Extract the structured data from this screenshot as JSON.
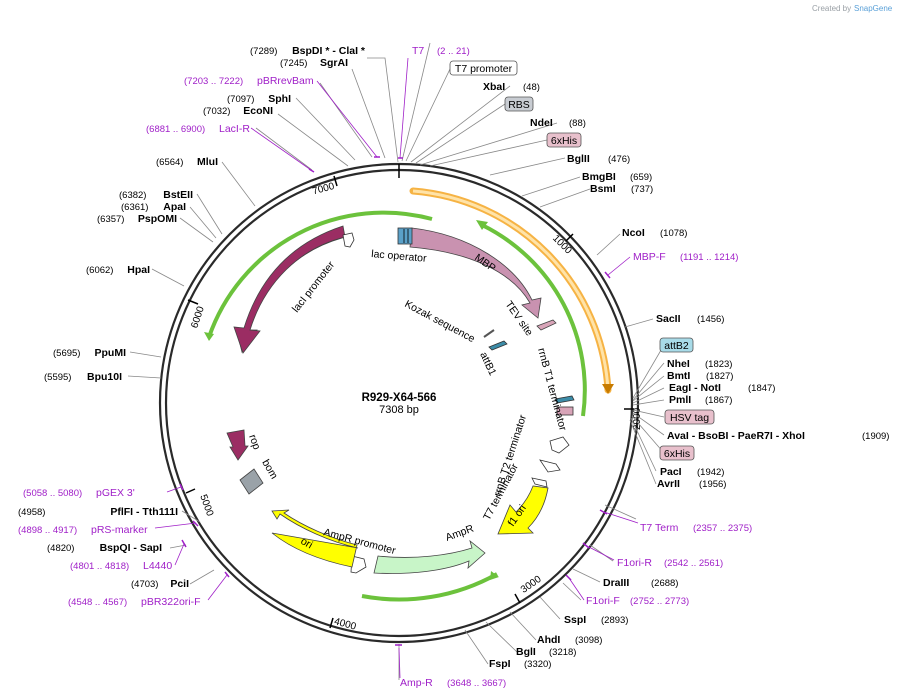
{
  "credit": {
    "prefix": "Created by",
    "brand": "SnapGene"
  },
  "center": {
    "name": "R929-X64-566",
    "size": "7308 bp"
  },
  "tick_labels": [
    "1000",
    "2000",
    "3000",
    "4000",
    "5000",
    "6000",
    "7000"
  ],
  "enzymes": [
    {
      "name": "BspDI * - ClaI *",
      "pos": "(7289)"
    },
    {
      "name": "SgrAI",
      "pos": "(7245)"
    },
    {
      "name": "SphI",
      "pos": "(7097)"
    },
    {
      "name": "EcoNI",
      "pos": "(7032)"
    },
    {
      "name": "MluI",
      "pos": "(6564)"
    },
    {
      "name": "BstEII",
      "pos": "(6382)"
    },
    {
      "name": "ApaI",
      "pos": "(6361)"
    },
    {
      "name": "PspOMI",
      "pos": "(6357)"
    },
    {
      "name": "HpaI",
      "pos": "(6062)"
    },
    {
      "name": "PpuMI",
      "pos": "(5695)"
    },
    {
      "name": "Bpu10I",
      "pos": "(5595)"
    },
    {
      "name": "PflFI - Tth111I",
      "pos": "(4958)"
    },
    {
      "name": "BspQI - SapI",
      "pos": "(4820)"
    },
    {
      "name": "PciI",
      "pos": "(4703)"
    },
    {
      "name": "XbaI",
      "pos": "(48)"
    },
    {
      "name": "NdeI",
      "pos": "(88)"
    },
    {
      "name": "BglII",
      "pos": "(476)"
    },
    {
      "name": "BmgBI",
      "pos": "(659)"
    },
    {
      "name": "BsmI",
      "pos": "(737)"
    },
    {
      "name": "NcoI",
      "pos": "(1078)"
    },
    {
      "name": "SacII",
      "pos": "(1456)"
    },
    {
      "name": "NheI",
      "pos": "(1823)"
    },
    {
      "name": "BmtI",
      "pos": "(1827)"
    },
    {
      "name": "EagI - NotI",
      "pos": "(1847)"
    },
    {
      "name": "PmlI",
      "pos": "(1867)"
    },
    {
      "name": "AvaI - BsoBI - PaeR7I - XhoI",
      "pos": "(1909)"
    },
    {
      "name": "PacI",
      "pos": "(1942)"
    },
    {
      "name": "AvrII",
      "pos": "(1956)"
    },
    {
      "name": "DraIII",
      "pos": "(2688)"
    },
    {
      "name": "SspI",
      "pos": "(2893)"
    },
    {
      "name": "AhdI",
      "pos": "(3098)"
    },
    {
      "name": "BglI",
      "pos": "(3218)"
    },
    {
      "name": "FspI",
      "pos": "(3320)"
    }
  ],
  "primers": [
    {
      "name": "T7",
      "pos": "(2 .. 21)"
    },
    {
      "name": "pBRrevBam",
      "pos": "(7203 .. 7222)"
    },
    {
      "name": "LacI-R",
      "pos": "(6881 .. 6900)"
    },
    {
      "name": "MBP-F",
      "pos": "(1191 .. 1214)"
    },
    {
      "name": "T7 Term",
      "pos": "(2357 .. 2375)"
    },
    {
      "name": "F1ori-R",
      "pos": "(2542 .. 2561)"
    },
    {
      "name": "F1ori-F",
      "pos": "(2752 .. 2773)"
    },
    {
      "name": "Amp-R",
      "pos": "(3648 .. 3667)"
    },
    {
      "name": "pGEX 3'",
      "pos": "(5058 .. 5080)"
    },
    {
      "name": "pRS-marker",
      "pos": "(4898 .. 4917)"
    },
    {
      "name": "L4440",
      "pos": "(4801 .. 4818)"
    },
    {
      "name": "pBR322ori-F",
      "pos": "(4548 .. 4567)"
    }
  ],
  "boxed_features": [
    {
      "name": "T7 promoter",
      "color": "#ffffff"
    },
    {
      "name": "RBS",
      "color": "#c8ccd2"
    },
    {
      "name": "6xHis",
      "color": "#e8c0cc"
    },
    {
      "name": "attB2",
      "color": "#a8dbe8"
    },
    {
      "name": "HSV tag",
      "color": "#e8c0cc"
    },
    {
      "name": "6xHis",
      "color": "#e8c0cc"
    }
  ],
  "inner_features": {
    "laci": "lacI",
    "laci_promoter": "lacI promoter",
    "lac_operator": "lac operator",
    "mbp": "MBP",
    "tev": "TEV site",
    "kozak": "Kozak sequence",
    "attb1": "attB1",
    "rrnb_t1": "rrnB T1 terminator",
    "rrnb_t2": "rrnB T2 terminator",
    "t7_terminator": "T7 terminator",
    "f1_ori": "f1 ori",
    "ampr": "AmpR",
    "ampr_promoter": "AmpR promoter",
    "ori": "ori",
    "rop": "rop",
    "bom": "bom"
  },
  "colors": {
    "laci": "#9b2d63",
    "mbp": "#c992b0",
    "ampr": "#c8f5c8",
    "ori": "#ffff00",
    "orf_arc": "#6cc23c",
    "highlight_arc": "#f5a623",
    "primer": "#a020c8"
  }
}
